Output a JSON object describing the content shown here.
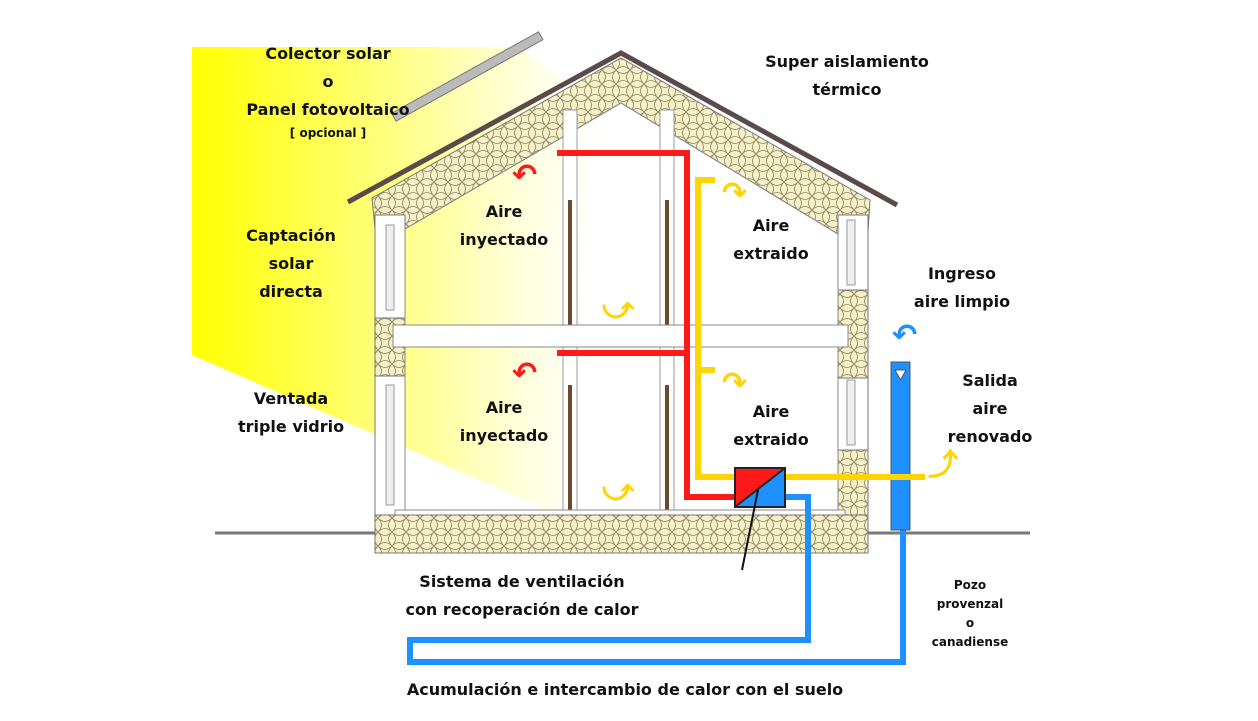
{
  "labels": {
    "collector": [
      "Colector solar",
      "o",
      "Panel fotovoltaico",
      "[ opcional ]"
    ],
    "insulation": [
      "Super aislamiento",
      "térmico"
    ],
    "solar_gain": [
      "Captación",
      "solar",
      "directa"
    ],
    "window": [
      "Ventada",
      "triple vidrio"
    ],
    "air_injected_upper": [
      "Aire",
      "inyectado"
    ],
    "air_injected_lower": [
      "Aire",
      "inyectado"
    ],
    "air_extracted_upper": [
      "Aire",
      "extraido"
    ],
    "air_extracted_lower": [
      "Aire",
      "extraido"
    ],
    "clean_air_in": [
      "Ingreso",
      "aire limpio"
    ],
    "renewed_air_out": [
      "Salida",
      "aire",
      "renovado"
    ],
    "hrv": [
      "Sistema de ventilación",
      "con recoperación de calor"
    ],
    "ground_well": [
      "Pozo",
      "provenzal",
      "o",
      "canadiense"
    ],
    "ground_exchange": "Acumulación e intercambio de calor con el suelo"
  },
  "colors": {
    "warm_air": "#ff1a1a",
    "extract_air": "#ffd400",
    "fresh_air": "#1e90ff",
    "sun": "#ffff00",
    "insulation": "#f5f0c8",
    "roof": "#5a4a4a"
  }
}
